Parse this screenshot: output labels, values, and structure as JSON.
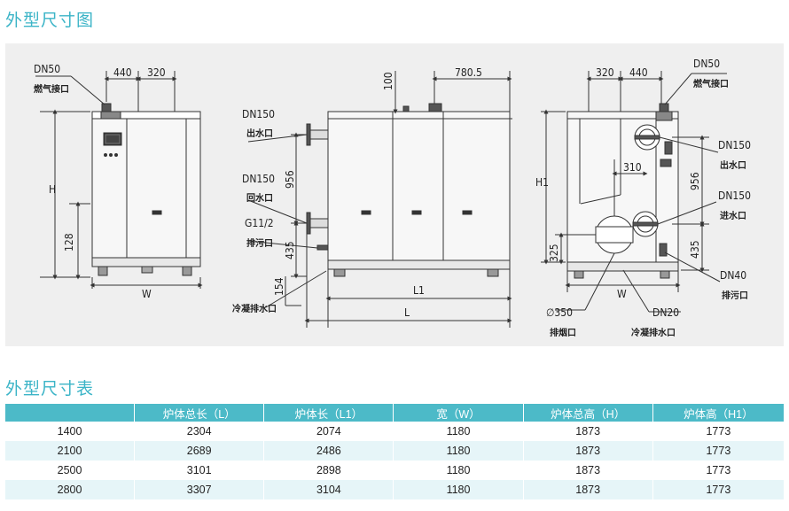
{
  "section_titles": {
    "dimensions_drawing": "外型尺寸图",
    "dimensions_table": "外型尺寸表"
  },
  "drawing": {
    "left_view": {
      "gas_inlet_size": "DN50",
      "gas_inlet_label": "燃气接口",
      "dim_440": "440",
      "dim_320": "320",
      "height_label": "H",
      "dim_128": "128",
      "width_label": "W"
    },
    "center_view": {
      "dim_100": "100",
      "dim_780_5": "780.5",
      "outlet_size": "DN150",
      "outlet_label": "出水口",
      "return_size": "DN150",
      "return_label": "回水口",
      "drain_size": "G11/2",
      "drain_label": "排污口",
      "dim_956": "956",
      "dim_435": "435",
      "dim_154": "154",
      "condensate_label": "冷凝排水口",
      "length1_label": "L1",
      "length_label": "L"
    },
    "right_view": {
      "dim_320": "320",
      "dim_440": "440",
      "gas_size": "DN50",
      "gas_label": "燃气接口",
      "height1_label": "H1",
      "dim_310": "310",
      "outlet_size": "DN150",
      "outlet_label": "出水口",
      "inlet_size": "DN150",
      "inlet_label": "进水口",
      "dim_956": "956",
      "dim_435": "435",
      "dim_325": "325",
      "drain_size": "DN40",
      "drain_label": "排污口",
      "width_label": "W",
      "flue_size": "∅350",
      "flue_label": "排烟口",
      "condensate_size": "DN20",
      "condensate_label": "冷凝排水口"
    }
  },
  "table": {
    "headers": [
      "",
      "炉体总长（L）",
      "炉体长（L1）",
      "宽（W）",
      "炉体总高（H）",
      "炉体高（H1）"
    ],
    "rows": [
      [
        "1400",
        "2304",
        "2074",
        "1180",
        "1873",
        "1773"
      ],
      [
        "2100",
        "2689",
        "2486",
        "1180",
        "1873",
        "1773"
      ],
      [
        "2500",
        "3101",
        "2898",
        "1180",
        "1873",
        "1773"
      ],
      [
        "2800",
        "3307",
        "3104",
        "1180",
        "1873",
        "1773"
      ]
    ]
  },
  "colors": {
    "accent": "#3bb4c7",
    "table_header": "#4cbac8",
    "table_row_alt": "#e6f5f8",
    "panel_bg": "#efefef"
  }
}
